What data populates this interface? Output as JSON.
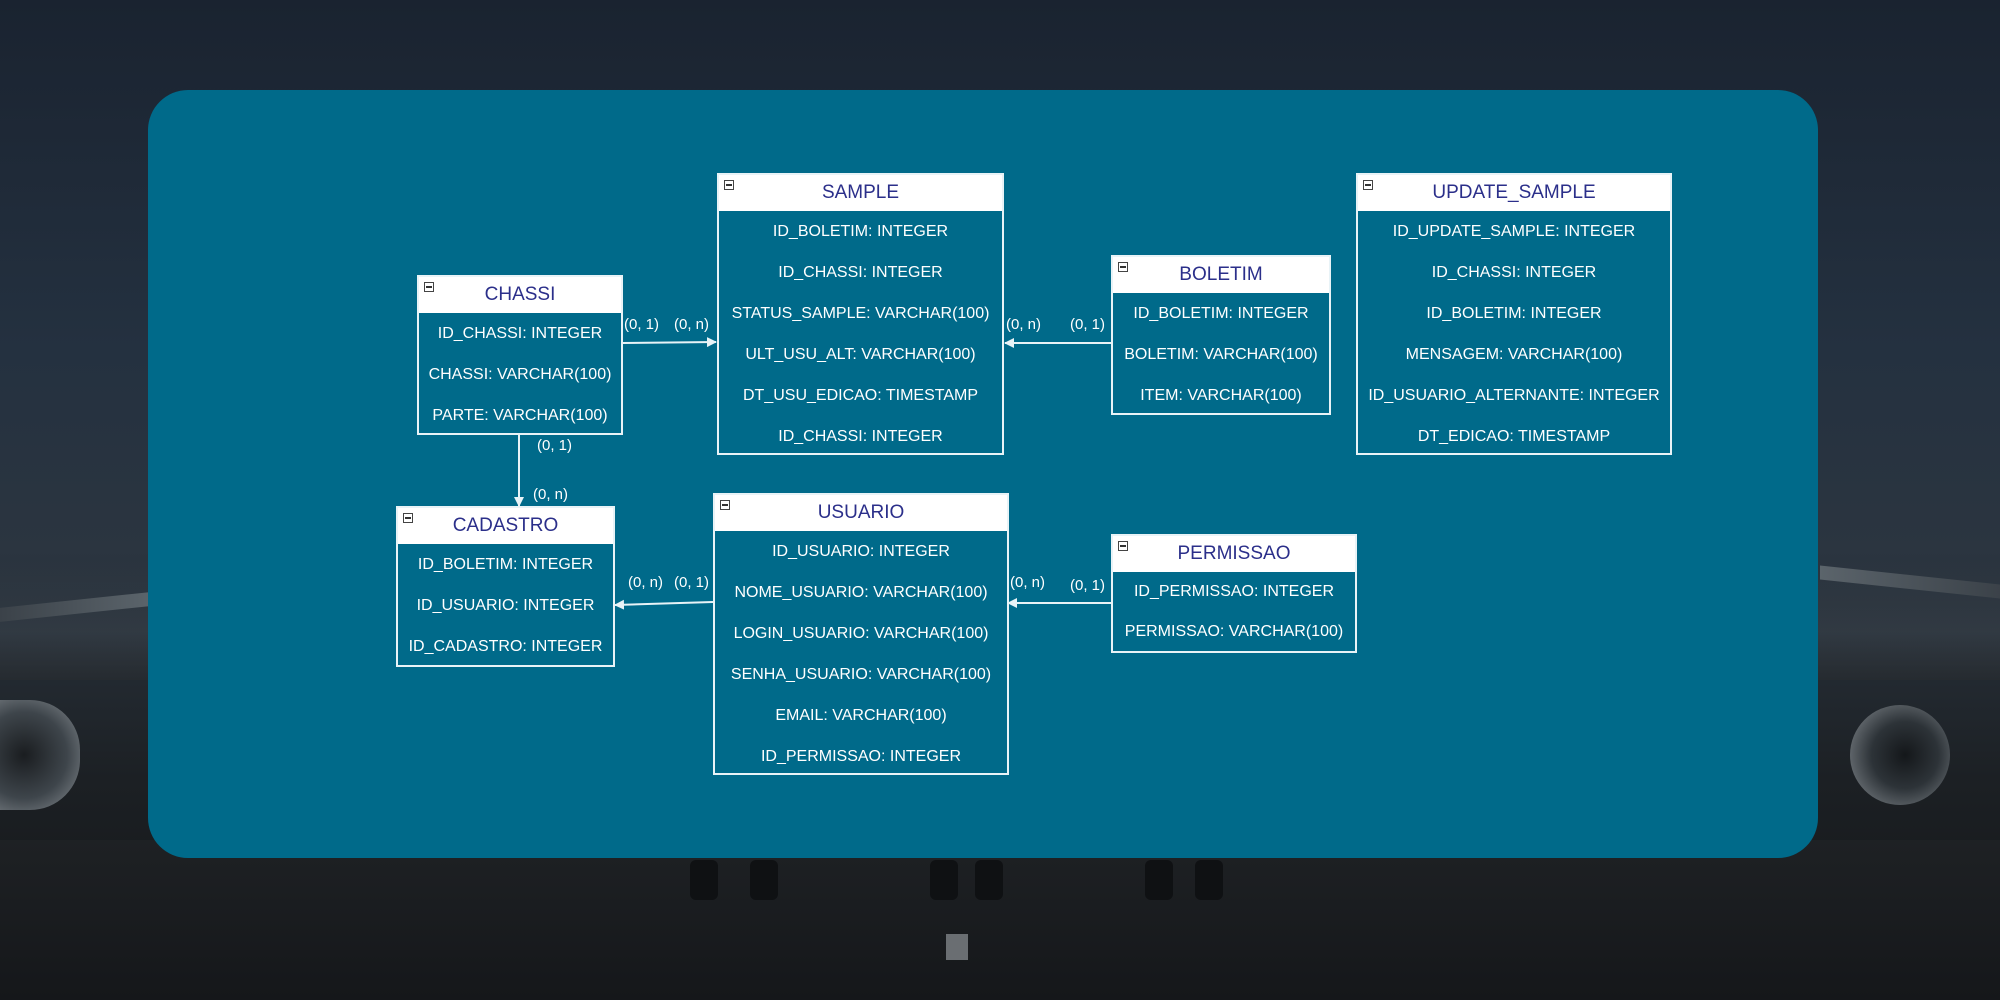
{
  "entities": {
    "sample": {
      "name": "SAMPLE",
      "attributes": [
        "ID_BOLETIM: INTEGER",
        "ID_CHASSI: INTEGER",
        "STATUS_SAMPLE: VARCHAR(100)",
        "ULT_USU_ALT: VARCHAR(100)",
        "DT_USU_EDICAO: TIMESTAMP",
        "ID_CHASSI: INTEGER"
      ]
    },
    "update_sample": {
      "name": "UPDATE_SAMPLE",
      "attributes": [
        "ID_UPDATE_SAMPLE: INTEGER",
        "ID_CHASSI: INTEGER",
        "ID_BOLETIM: INTEGER",
        "MENSAGEM: VARCHAR(100)",
        "ID_USUARIO_ALTERNANTE: INTEGER",
        "DT_EDICAO: TIMESTAMP"
      ]
    },
    "chassi": {
      "name": "CHASSI",
      "attributes": [
        "ID_CHASSI: INTEGER",
        "CHASSI: VARCHAR(100)",
        "PARTE: VARCHAR(100)"
      ]
    },
    "boletim": {
      "name": "BOLETIM",
      "attributes": [
        "ID_BOLETIM: INTEGER",
        "BOLETIM: VARCHAR(100)",
        "ITEM: VARCHAR(100)"
      ]
    },
    "cadastro": {
      "name": "CADASTRO",
      "attributes": [
        "ID_BOLETIM: INTEGER",
        "ID_USUARIO: INTEGER",
        "ID_CADASTRO: INTEGER"
      ]
    },
    "usuario": {
      "name": "USUARIO",
      "attributes": [
        "ID_USUARIO: INTEGER",
        "NOME_USUARIO: VARCHAR(100)",
        "LOGIN_USUARIO: VARCHAR(100)",
        "SENHA_USUARIO: VARCHAR(100)",
        "EMAIL: VARCHAR(100)",
        "ID_PERMISSAO: INTEGER"
      ]
    },
    "permissao": {
      "name": "PERMISSAO",
      "attributes": [
        "ID_PERMISSAO: INTEGER",
        "PERMISSAO: VARCHAR(100)"
      ]
    }
  },
  "relationships": {
    "chassi_sample": {
      "from_card": "(0, 1)",
      "to_card": "(0, n)"
    },
    "boletim_sample": {
      "from_card": "(0, 1)",
      "to_card": "(0, n)"
    },
    "chassi_cadastro": {
      "from_card": "(0, 1)",
      "to_card": "(0, n)"
    },
    "usuario_cadastro": {
      "from_card": "(0, 1)",
      "to_card": "(0, n)"
    },
    "permissao_usuario": {
      "from_card": "(0, 1)",
      "to_card": "(0, n)"
    }
  },
  "colors": {
    "panel": "#006a8a",
    "entity_border": "#e8f3f7",
    "header_bg": "#ffffff",
    "header_text": "#2b2f8a",
    "attribute_text": "#ffffff"
  }
}
